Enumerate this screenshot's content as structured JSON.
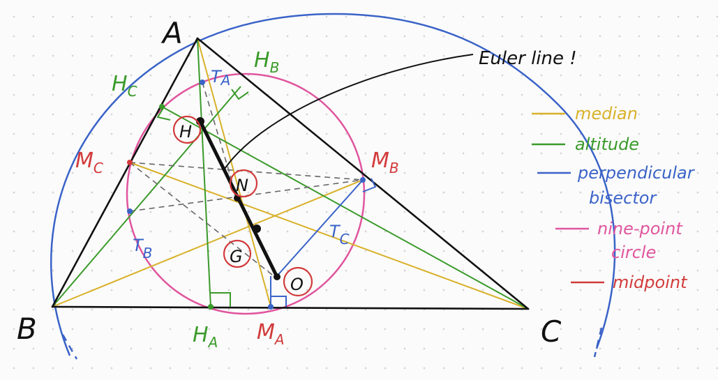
{
  "vertices": {
    "a": "A",
    "b": "B",
    "c": "C"
  },
  "points": {
    "h": "H",
    "n": "N",
    "g": "G",
    "o": "O",
    "m": "M",
    "m_c_sub": "C",
    "m_b_sub": "B",
    "m_a_sub": "A",
    "h_letter": "H",
    "h_c_sub": "C",
    "h_b_sub": "B",
    "h_a_sub": "A",
    "t": "T",
    "t_a_sub": "A",
    "t_b_sub": "B",
    "t_c_sub": "C"
  },
  "annotation": {
    "euler": "Euler line !"
  },
  "legend": [
    {
      "label": "median",
      "color": "#d8b12a"
    },
    {
      "label": "altitude",
      "color": "#3a9a2a"
    },
    {
      "label": "perpendicular",
      "color": "#3a63c8"
    },
    {
      "label": "bisector",
      "color": "#3a63c8"
    },
    {
      "label": "nine-point",
      "color": "#e0559e"
    },
    {
      "label": "circle",
      "color": "#e0559e"
    },
    {
      "label": "midpoint",
      "color": "#d23a3a"
    }
  ],
  "colors": {
    "median": "#d8b12a",
    "altitude": "#3a9a2a",
    "bisector": "#3a63c8",
    "nine_point": "#e0559e",
    "midpoint": "#d23a3a",
    "ink": "#111111"
  }
}
